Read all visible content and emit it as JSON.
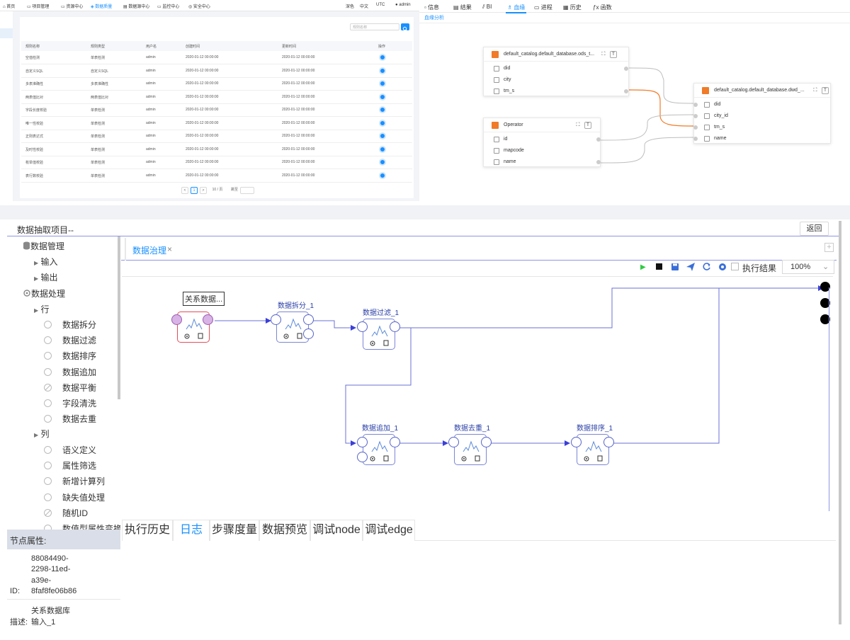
{
  "panel_a": {
    "topnav": [
      {
        "label": "首页",
        "icon": "home-icon"
      },
      {
        "label": "项目管理",
        "icon": "folder-icon"
      },
      {
        "label": "资源中心",
        "icon": "folder-icon"
      },
      {
        "label": "数据质量",
        "icon": "shield-icon",
        "active": true
      },
      {
        "label": "数据源中心",
        "icon": "database-icon"
      },
      {
        "label": "监控中心",
        "icon": "monitor-icon"
      },
      {
        "label": "安全中心",
        "icon": "lock-icon"
      }
    ],
    "topright": [
      "深色",
      "中文",
      "UTC",
      "admin"
    ],
    "search_placeholder": "规则名称",
    "columns": [
      "规则名称",
      "规则类型",
      "用户名",
      "创建时间",
      "更新时间",
      "操作"
    ],
    "rows": [
      [
        "空值检测",
        "单表检测",
        "admin",
        "2020-01-12 00:00:00",
        "2020-01-12 00:00:00"
      ],
      [
        "自定义SQL",
        "自定义SQL",
        "admin",
        "2020-01-12 00:00:00",
        "2020-01-12 00:00:00"
      ],
      [
        "多表准确性",
        "多表准确性",
        "admin",
        "2020-01-12 00:00:00",
        "2020-01-12 00:00:00"
      ],
      [
        "两表值比对",
        "两表值比对",
        "admin",
        "2020-01-12 00:00:00",
        "2020-01-12 00:00:00"
      ],
      [
        "字段长度校验",
        "单表检测",
        "admin",
        "2020-01-12 00:00:00",
        "2020-01-12 00:00:00"
      ],
      [
        "唯一性校验",
        "单表检测",
        "admin",
        "2020-01-12 00:00:00",
        "2020-01-12 00:00:00"
      ],
      [
        "正则表达式",
        "单表检测",
        "admin",
        "2020-01-12 00:00:00",
        "2020-01-12 00:00:00"
      ],
      [
        "及时性校验",
        "单表检测",
        "admin",
        "2020-01-12 00:00:00",
        "2020-01-12 00:00:00"
      ],
      [
        "枚举值校验",
        "单表检测",
        "admin",
        "2020-01-12 00:00:00",
        "2020-01-12 00:00:00"
      ],
      [
        "表行数校验",
        "单表检测",
        "admin",
        "2020-01-12 00:00:00",
        "2020-01-12 00:00:00"
      ]
    ],
    "pager": {
      "prev": "<",
      "page": "1",
      "next": ">",
      "size": "10 / 页",
      "jump": "跳至"
    }
  },
  "panel_b": {
    "tabs": [
      {
        "label": "信息",
        "icon": "info-icon"
      },
      {
        "label": "结果",
        "icon": "table-icon"
      },
      {
        "label": "BI",
        "icon": "bar-chart-icon"
      },
      {
        "label": "血缘",
        "icon": "lineage-icon",
        "active": true
      },
      {
        "label": "进程",
        "icon": "monitor-icon"
      },
      {
        "label": "历史",
        "icon": "calendar-icon"
      },
      {
        "label": "函数",
        "icon": "function-icon"
      }
    ],
    "subtab": "血缘分析",
    "table1": {
      "name": "default_catalog.default_database.ods_t...",
      "fields": [
        "did",
        "city",
        "tm_s"
      ]
    },
    "table2": {
      "name": "Operator",
      "fields": [
        "id",
        "mapcode",
        "name"
      ]
    },
    "table3": {
      "name": "default_catalog.default_database.dwd_...",
      "fields": [
        "did",
        "city_id",
        "tm_s",
        "name"
      ]
    },
    "btn_expand": "⛶",
    "btn_t": "T"
  },
  "panel_c": {
    "title": "数据抽取项目--",
    "back": "返回",
    "tree": {
      "data_mgmt": "数据管理",
      "input": "输入",
      "output": "输出",
      "data_proc": "数据处理",
      "row": "行",
      "row_items": [
        "数据拆分",
        "数据过滤",
        "数据排序",
        "数据追加",
        "数据平衡",
        "字段清洗",
        "数据去重"
      ],
      "col": "列",
      "col_items": [
        "语义定义",
        "属性筛选",
        "新增计算列",
        "缺失值处理",
        "随机ID",
        "数值型属性变换"
      ]
    },
    "attr": {
      "head": "节点属性:",
      "id_label": "ID:",
      "id_value": [
        "88084490-",
        "2298-11ed-",
        "a39e-",
        "8faf8fe06b86"
      ],
      "desc_label": "描述:",
      "desc_value": [
        "关系数据库",
        "输入_1"
      ]
    },
    "tab": "数据治理",
    "tab_close": "×",
    "toolbar": {
      "result": "执行结果",
      "zoom": "100%"
    },
    "nodes": {
      "n0": "关系数据...",
      "n1": "数据拆分_1",
      "n2": "数据过滤_1",
      "n3": "数据追加_1",
      "n4": "数据去重_1",
      "n5": "数据排序_1"
    },
    "bottom_tabs": [
      "执行历史",
      "日志",
      "步骤度量",
      "数据预览",
      "调试node",
      "调试edge"
    ],
    "bottom_active": "日志"
  },
  "colors": {
    "accent": "#1890ff",
    "node_border": "#7b86d6",
    "lineage_highlight": "#f07b28",
    "selected": "#e34d5a"
  }
}
